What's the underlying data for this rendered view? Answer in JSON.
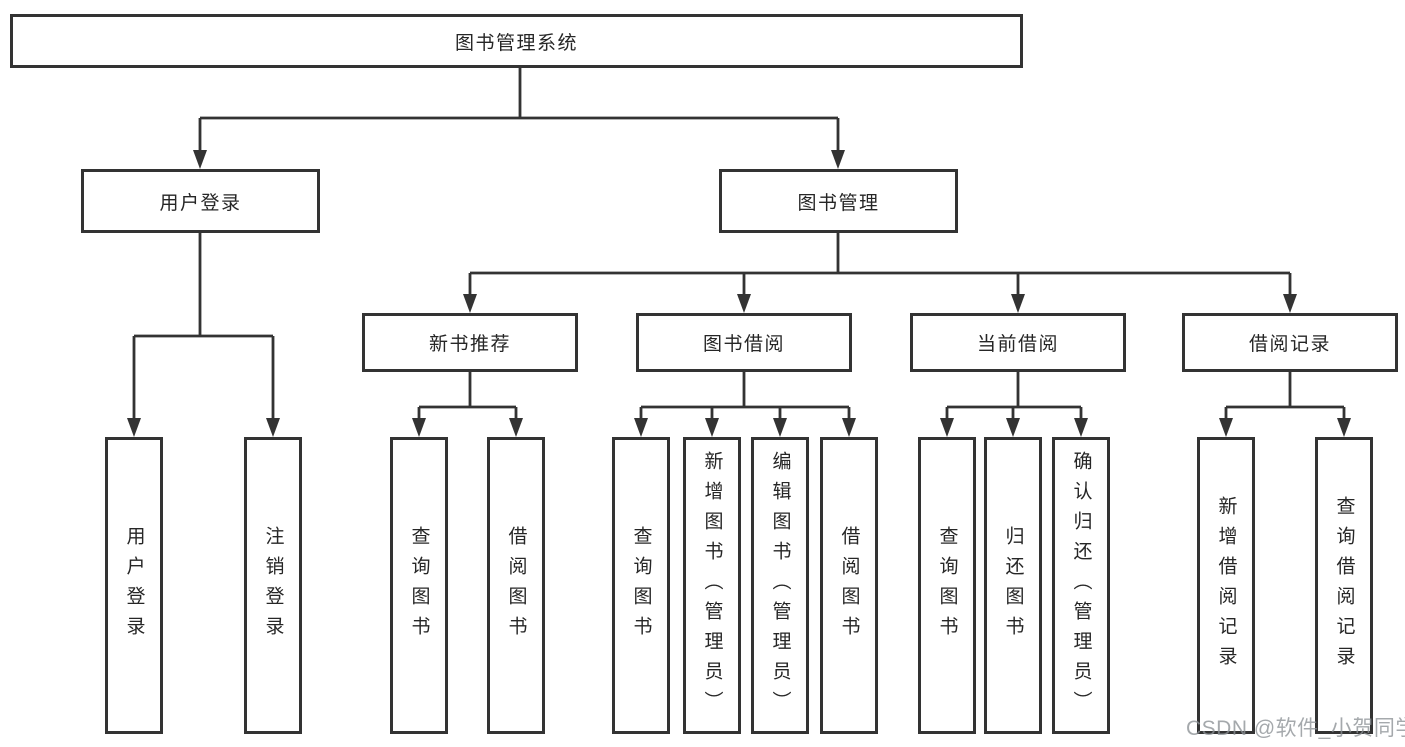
{
  "tree": {
    "root": {
      "label": "图书管理系统"
    },
    "branches": [
      {
        "label": "用户登录",
        "children": [
          {
            "label": "用户登录"
          },
          {
            "label": "注销登录"
          }
        ]
      },
      {
        "label": "图书管理",
        "children": [
          {
            "label": "新书推荐",
            "children": [
              {
                "label": "查询图书"
              },
              {
                "label": "借阅图书"
              }
            ]
          },
          {
            "label": "图书借阅",
            "children": [
              {
                "label": "查询图书"
              },
              {
                "label": "新增图书（管理员）"
              },
              {
                "label": "编辑图书（管理员）"
              },
              {
                "label": "借阅图书"
              }
            ]
          },
          {
            "label": "当前借阅",
            "children": [
              {
                "label": "查询图书"
              },
              {
                "label": "归还图书"
              },
              {
                "label": "确认归还（管理员）"
              }
            ]
          },
          {
            "label": "借阅记录",
            "children": [
              {
                "label": "新增借阅记录"
              },
              {
                "label": "查询借阅记录"
              }
            ]
          }
        ]
      }
    ]
  },
  "watermark": {
    "text": "CSDN @软件_小贺同学"
  },
  "colors": {
    "line": "#333333",
    "box_border": "#333333",
    "text": "#262626",
    "watermark": "#8c9196",
    "background": "#ffffff"
  }
}
